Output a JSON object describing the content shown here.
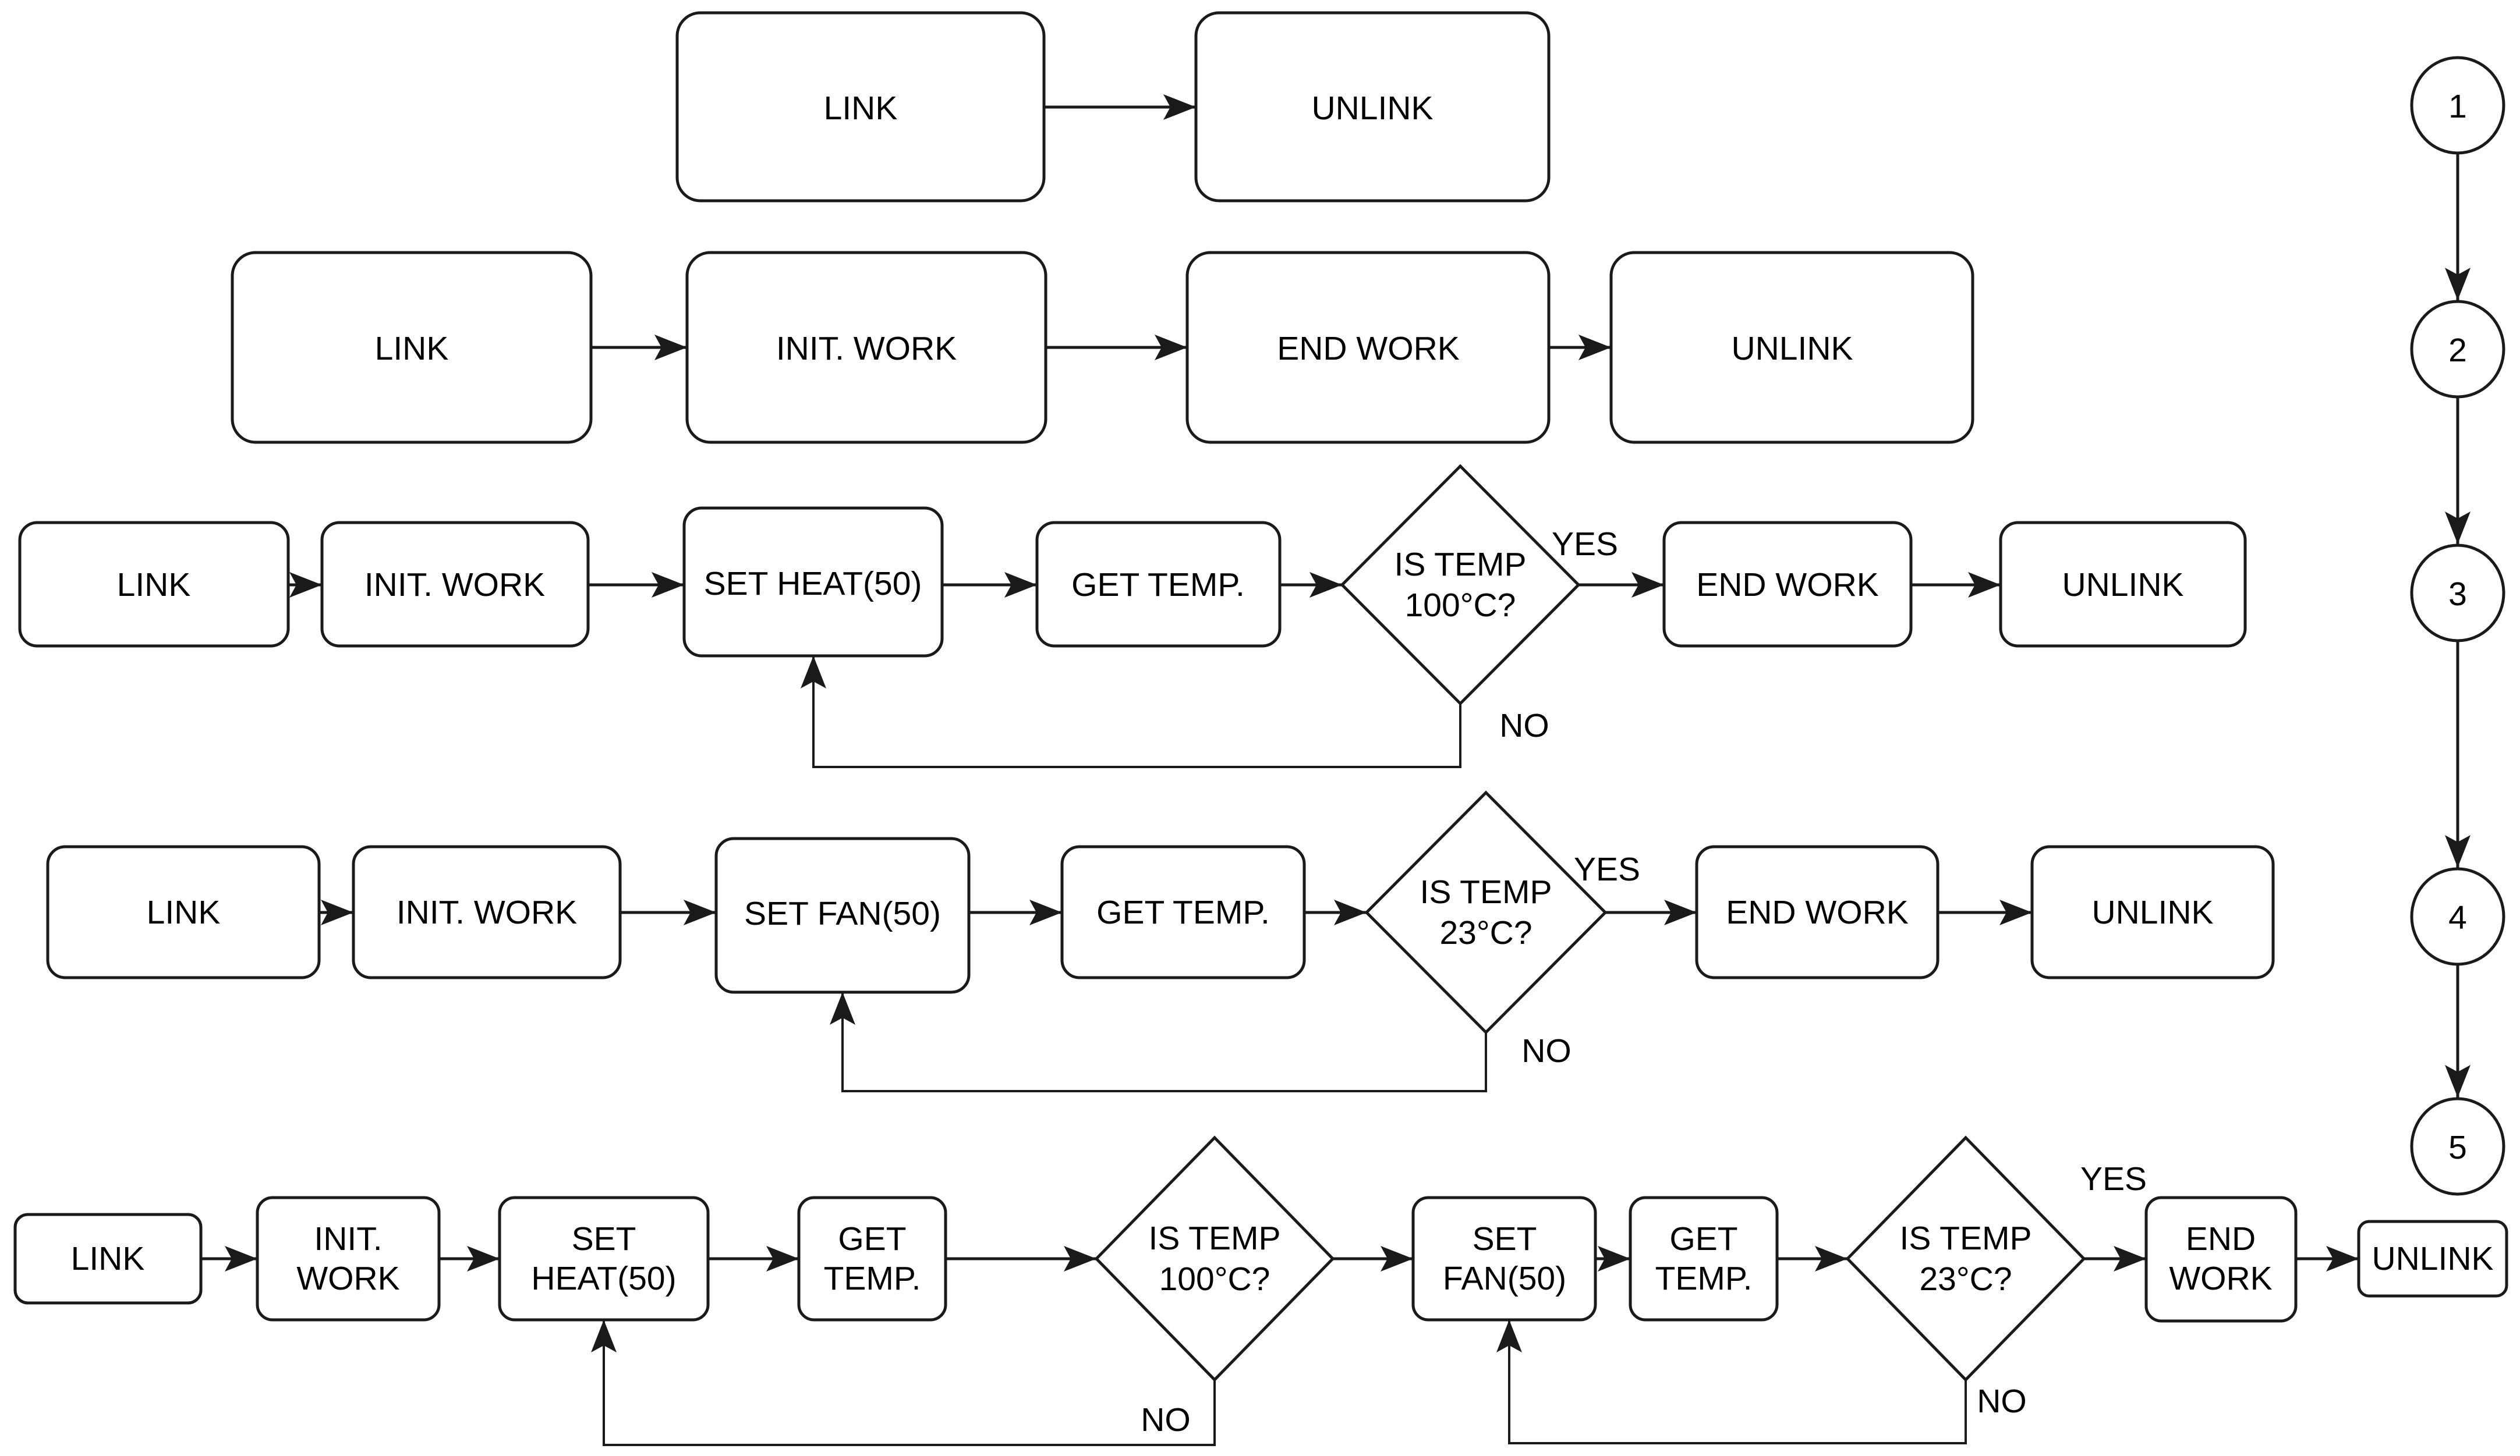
{
  "palette": {
    "background": "#ffffff",
    "stroke": "#1a1a1a",
    "node_fill": "#ffffff",
    "text": "#000000"
  },
  "diagram": {
    "rows": [
      {
        "badge": "1",
        "nodes": [
          {
            "label": "LINK"
          },
          {
            "label": "UNLINK"
          }
        ]
      },
      {
        "badge": "2",
        "nodes": [
          {
            "label": "LINK"
          },
          {
            "label": "INIT. WORK"
          },
          {
            "label": "END WORK"
          },
          {
            "label": "UNLINK"
          }
        ]
      },
      {
        "badge": "3",
        "yes": "YES",
        "no": "NO",
        "nodes": [
          {
            "label": "LINK"
          },
          {
            "label": "INIT. WORK"
          },
          {
            "label": "SET HEAT(50)"
          },
          {
            "label": "GET TEMP."
          },
          {
            "lines": [
              "IS TEMP",
              "100°C?"
            ]
          },
          {
            "label": "END WORK"
          },
          {
            "label": "UNLINK"
          }
        ]
      },
      {
        "badge": "4",
        "yes": "YES",
        "no": "NO",
        "nodes": [
          {
            "label": "LINK"
          },
          {
            "label": "INIT. WORK"
          },
          {
            "label": "SET FAN(50)"
          },
          {
            "label": "GET TEMP."
          },
          {
            "lines": [
              "IS TEMP",
              "23°C?"
            ]
          },
          {
            "label": "END WORK"
          },
          {
            "label": "UNLINK"
          }
        ]
      },
      {
        "badge": "5",
        "yes": "YES",
        "no_heat": "NO",
        "no_fan": "NO",
        "nodes": [
          {
            "label": "LINK"
          },
          {
            "lines": [
              "INIT.",
              "WORK"
            ]
          },
          {
            "lines": [
              "SET",
              "HEAT(50)"
            ]
          },
          {
            "lines": [
              "GET",
              "TEMP."
            ]
          },
          {
            "lines": [
              "IS TEMP",
              "100°C?"
            ]
          },
          {
            "lines": [
              "SET",
              "FAN(50)"
            ]
          },
          {
            "lines": [
              "GET",
              "TEMP."
            ]
          },
          {
            "lines": [
              "IS TEMP",
              "23°C?"
            ]
          },
          {
            "lines": [
              "END",
              "WORK"
            ]
          },
          {
            "label": "UNLINK"
          }
        ]
      }
    ]
  }
}
